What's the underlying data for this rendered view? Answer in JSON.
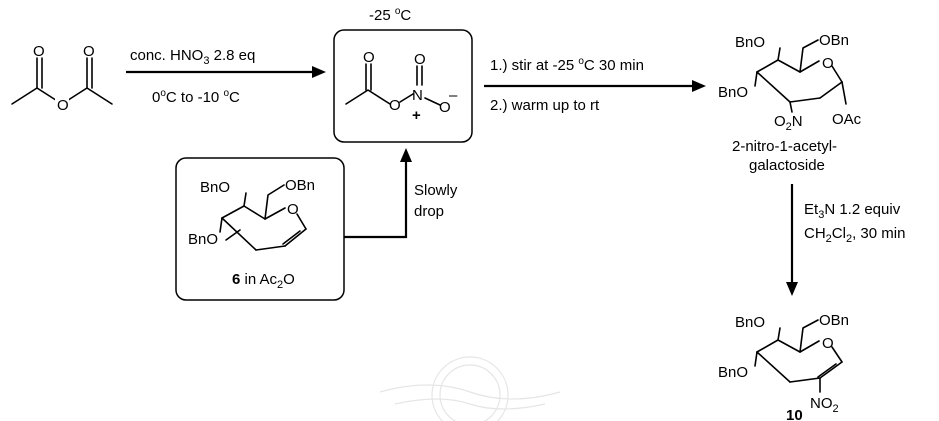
{
  "reagents": {
    "step1_top": [
      "conc. HNO",
      "3",
      " 2.8 eq"
    ],
    "step1_bottom": [
      "0",
      "o",
      "C  to -10 ",
      "o",
      "C"
    ],
    "intermediate_temp": [
      "-25 ",
      "o",
      "C"
    ],
    "step2_line1": [
      "1.) stir at -25 ",
      "o",
      "C 30 min"
    ],
    "step2_line2": "2.) warm up to rt",
    "add_line1": "Slowly",
    "add_line2": "drop",
    "step3_line1": [
      "Et",
      "3",
      "N 1.2 equiv"
    ],
    "step3_line2": [
      "CH",
      "2",
      "Cl",
      "2",
      ", 30 min"
    ]
  },
  "atoms": {
    "O": "O",
    "N": "N",
    "plus": "+",
    "minus": "–",
    "BnO": "BnO",
    "OBn": "OBn",
    "O2N": [
      "O",
      "2",
      "N"
    ],
    "OAc": "OAc",
    "NO2": [
      "NO",
      "2"
    ]
  },
  "labels": {
    "glycal_compound": "6",
    "glycal_solvent": [
      "  in Ac",
      "2",
      "O"
    ],
    "product1_name_line1": "2-nitro-1-acetyl-",
    "product1_name_line2": "galactoside",
    "product2_compound": "10"
  }
}
